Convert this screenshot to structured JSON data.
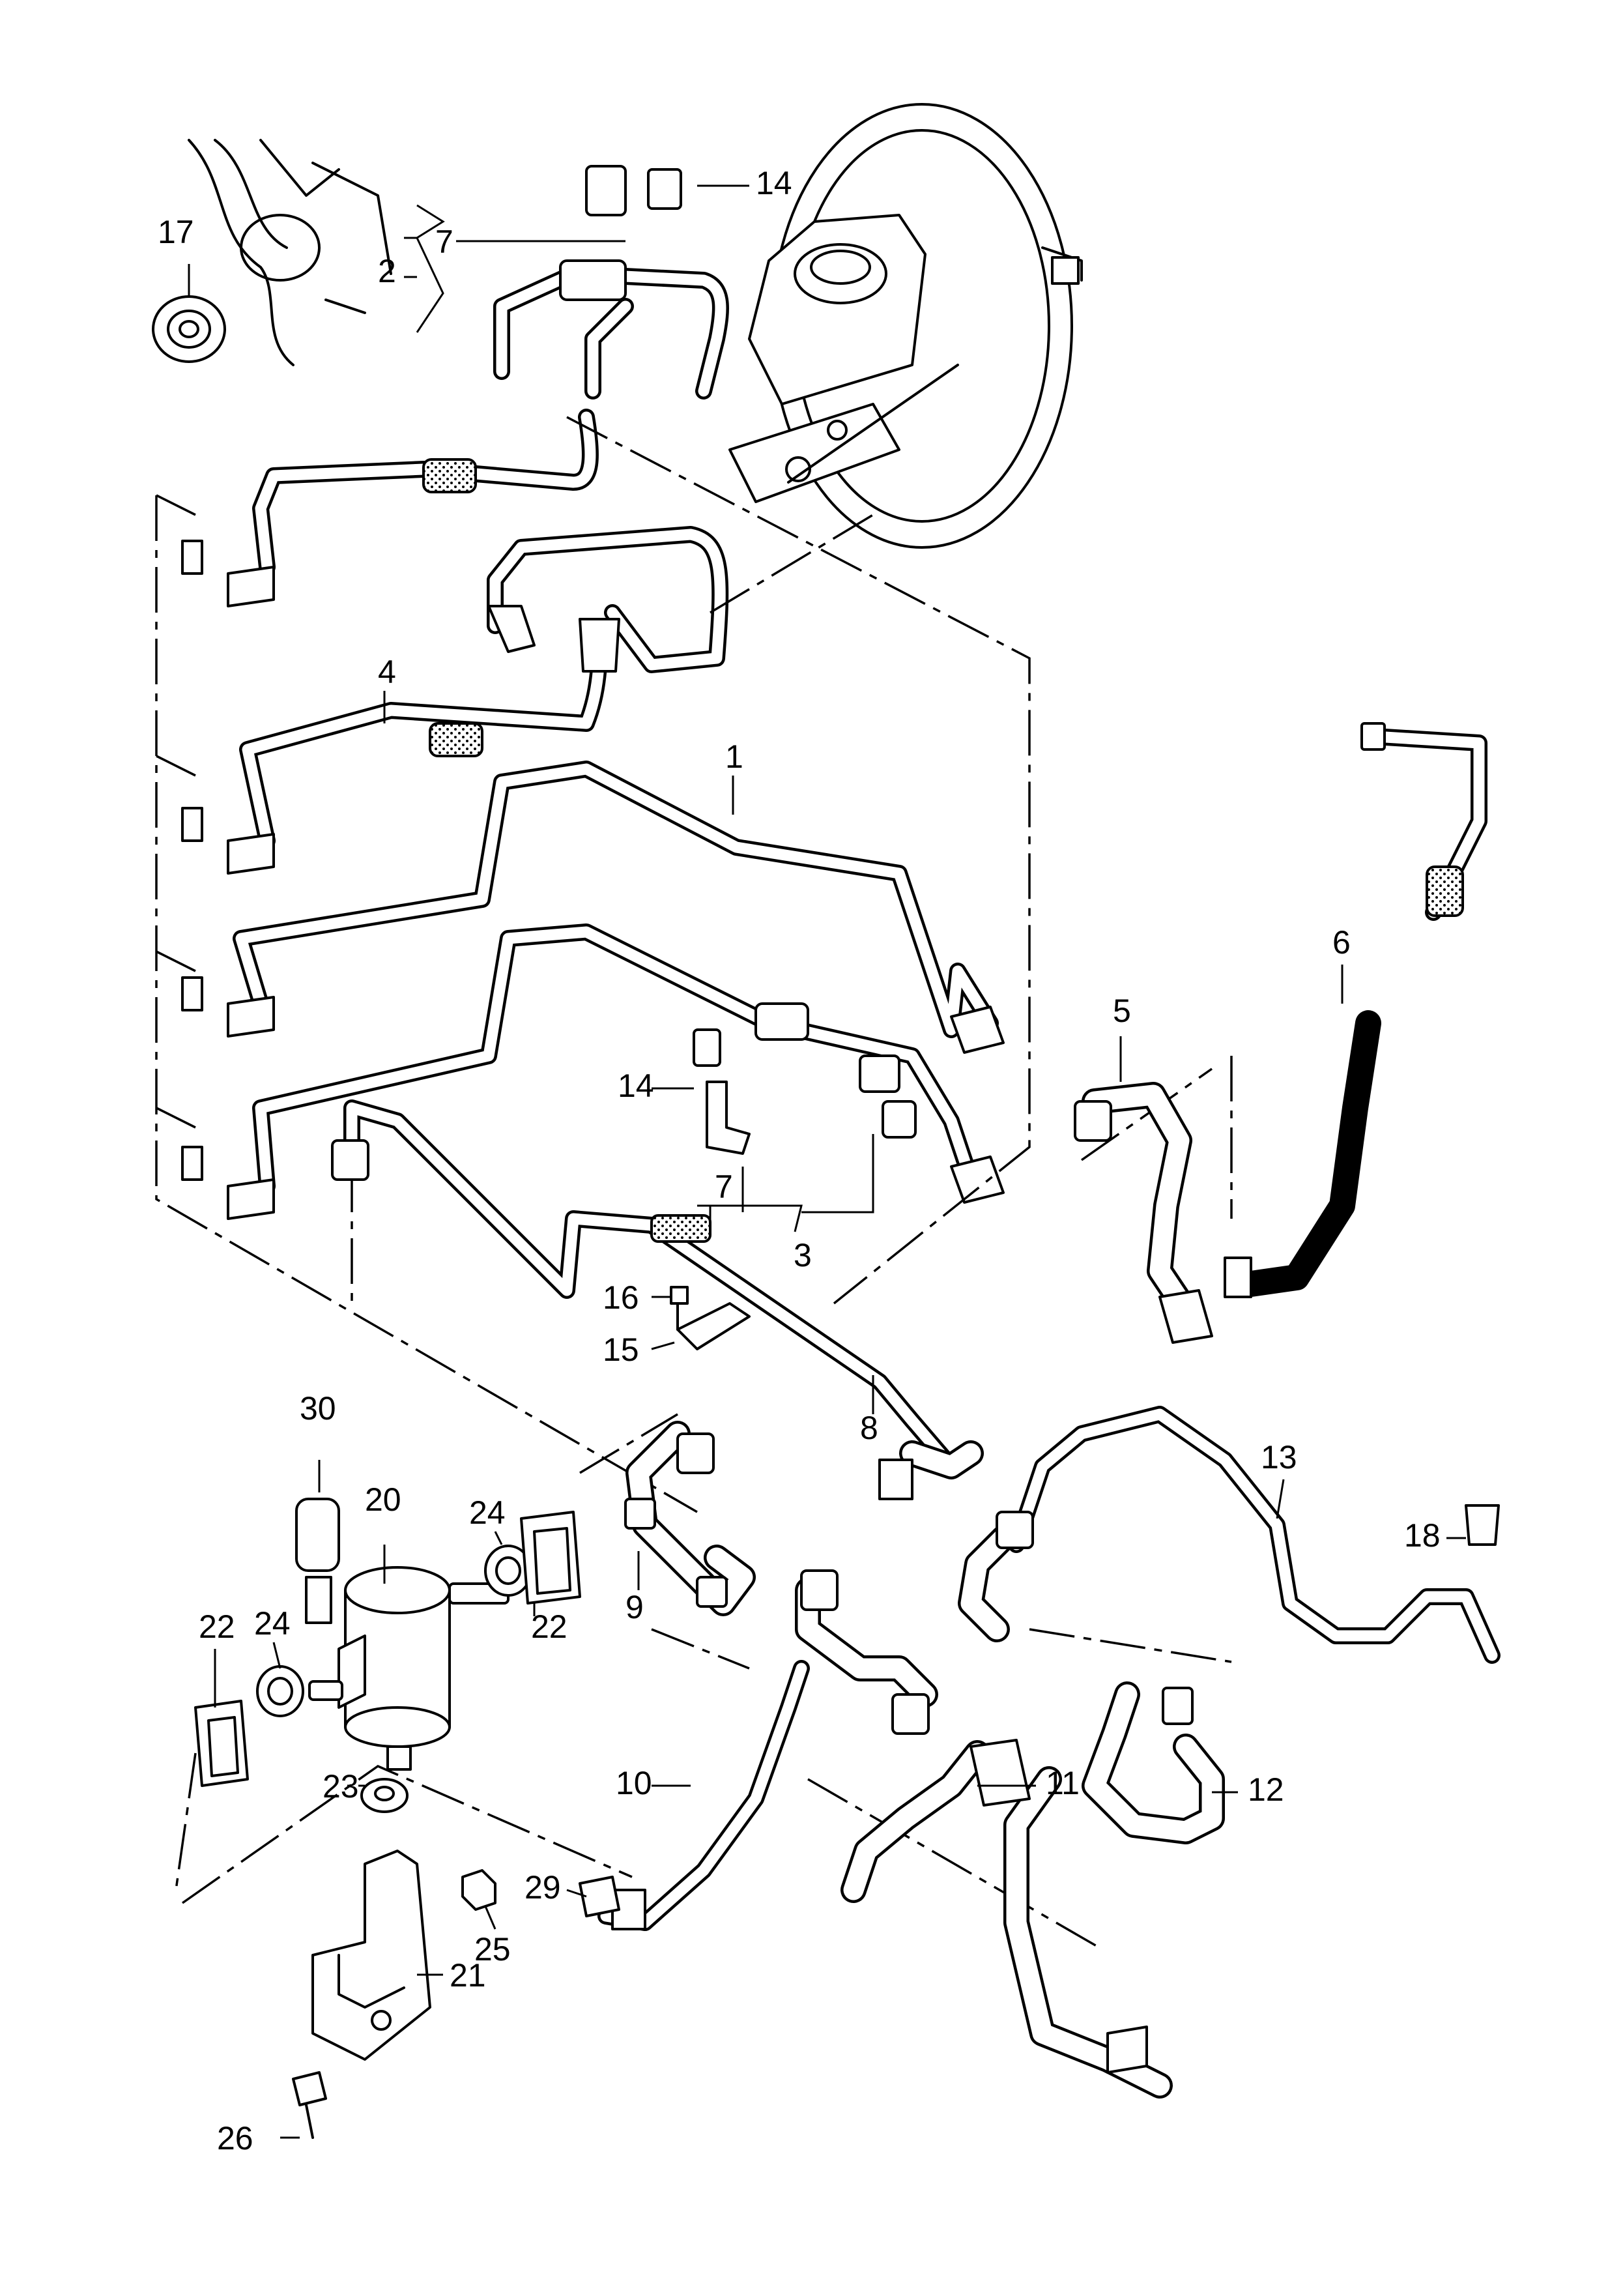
{
  "callouts": [
    {
      "label": "1"
    },
    {
      "label": "2"
    },
    {
      "label": "3"
    },
    {
      "label": "4"
    },
    {
      "label": "5"
    },
    {
      "label": "6"
    },
    {
      "label": "7"
    },
    {
      "label": "7"
    },
    {
      "label": "8"
    },
    {
      "label": "9"
    },
    {
      "label": "10"
    },
    {
      "label": "11"
    },
    {
      "label": "12"
    },
    {
      "label": "13"
    },
    {
      "label": "14"
    },
    {
      "label": "14"
    },
    {
      "label": "15"
    },
    {
      "label": "16"
    },
    {
      "label": "17"
    },
    {
      "label": "18"
    },
    {
      "label": "20"
    },
    {
      "label": "21"
    },
    {
      "label": "22"
    },
    {
      "label": "22"
    },
    {
      "label": "23"
    },
    {
      "label": "24"
    },
    {
      "label": "24"
    },
    {
      "label": "25"
    },
    {
      "label": "26"
    },
    {
      "label": "29"
    },
    {
      "label": "30"
    }
  ]
}
